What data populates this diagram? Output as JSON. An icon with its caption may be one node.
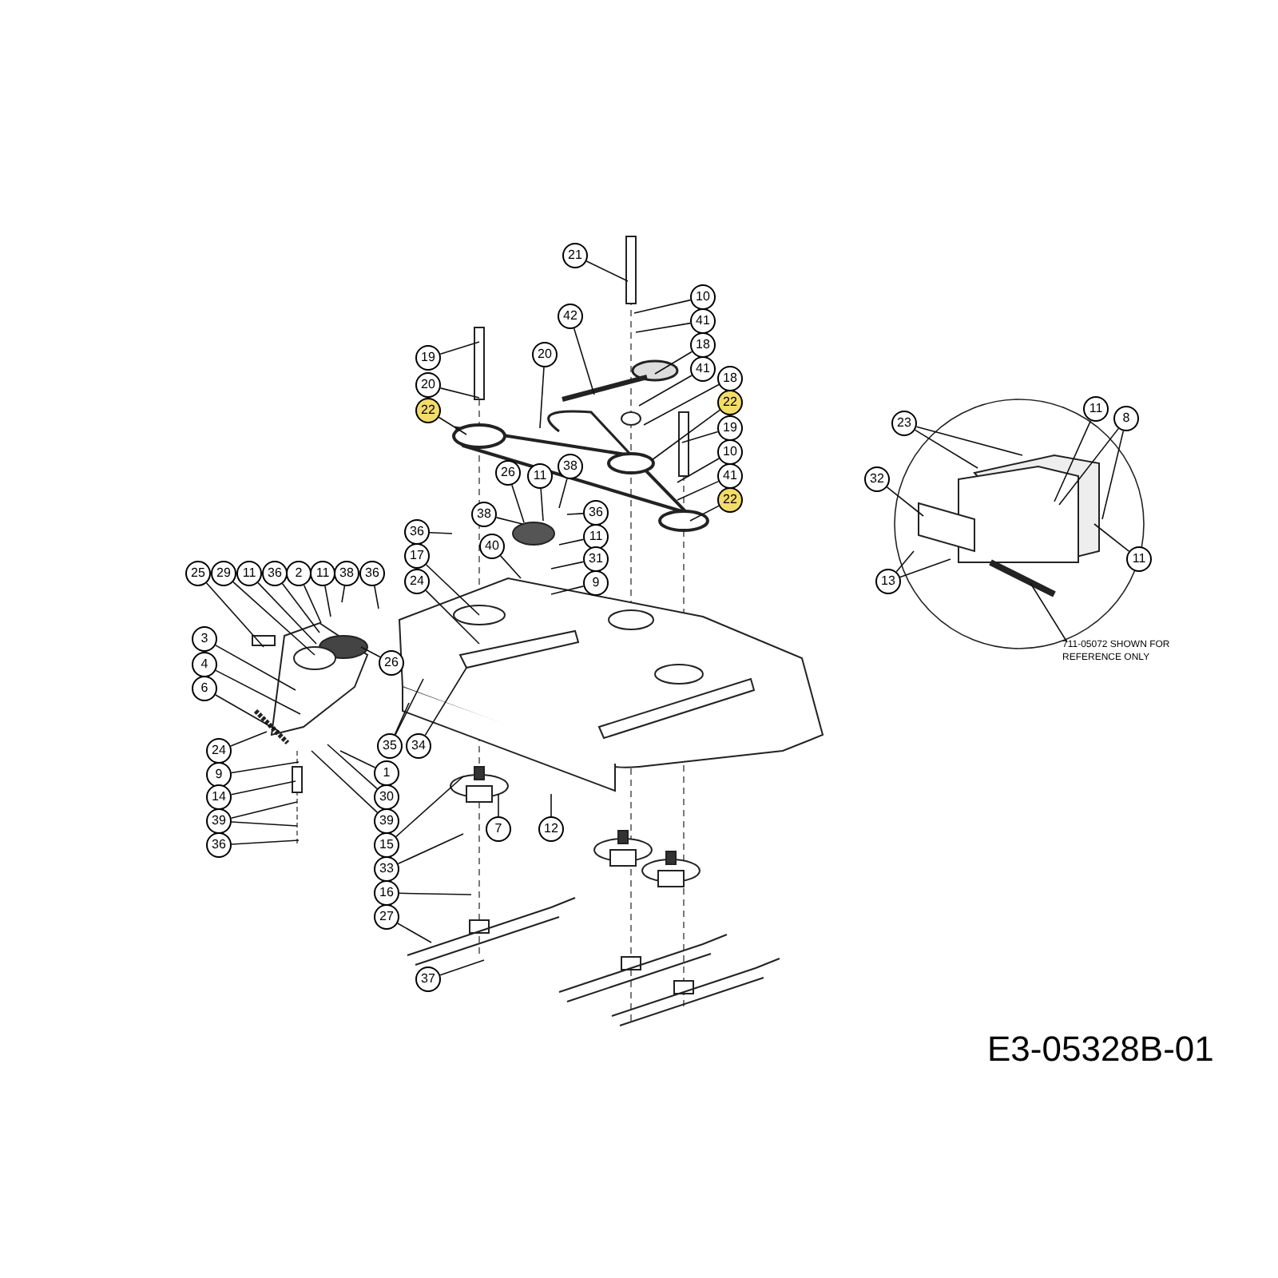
{
  "diagram": {
    "nodes": [
      {
        "text": [
          "21"
        ]
      },
      {
        "text": [
          "10"
        ]
      },
      {
        "text": [
          "41"
        ]
      },
      {
        "text": [
          "42"
        ]
      },
      {
        "text": [
          "18"
        ]
      },
      {
        "text": [
          "41"
        ]
      },
      {
        "text": [
          "19"
        ]
      },
      {
        "text": [
          "20"
        ]
      },
      {
        "text": [
          "18"
        ]
      },
      {
        "text": [
          "20"
        ]
      },
      {
        "text": [
          "22"
        ]
      },
      {
        "text": [
          "22"
        ]
      },
      {
        "text": [
          "19"
        ]
      },
      {
        "text": [
          "10"
        ]
      },
      {
        "text": [
          "41"
        ]
      },
      {
        "text": [
          "22"
        ]
      },
      {
        "text": [
          "26"
        ]
      },
      {
        "text": [
          "11"
        ]
      },
      {
        "text": [
          "38"
        ]
      },
      {
        "text": [
          "36"
        ]
      },
      {
        "text": [
          "38"
        ]
      },
      {
        "text": [
          "40"
        ]
      },
      {
        "text": [
          "11"
        ]
      },
      {
        "text": [
          "31"
        ]
      },
      {
        "text": [
          "9"
        ]
      },
      {
        "text": [
          "36"
        ]
      },
      {
        "text": [
          "17"
        ]
      },
      {
        "text": [
          "24"
        ]
      },
      {
        "text": [
          "25"
        ]
      },
      {
        "text": [
          "29"
        ]
      },
      {
        "text": [
          "11"
        ]
      },
      {
        "text": [
          "36"
        ]
      },
      {
        "text": [
          "2"
        ]
      },
      {
        "text": [
          "11"
        ]
      },
      {
        "text": [
          "38"
        ]
      },
      {
        "text": [
          "36"
        ]
      },
      {
        "text": [
          "26"
        ]
      },
      {
        "text": [
          "3"
        ]
      },
      {
        "text": [
          "4"
        ]
      },
      {
        "text": [
          "6"
        ]
      },
      {
        "text": [
          "24"
        ]
      },
      {
        "text": [
          "9"
        ]
      },
      {
        "text": [
          "14"
        ]
      },
      {
        "text": [
          "39"
        ]
      },
      {
        "text": [
          "36"
        ]
      },
      {
        "text": [
          "35"
        ]
      },
      {
        "text": [
          "34"
        ]
      },
      {
        "text": [
          "1"
        ]
      },
      {
        "text": [
          "30"
        ]
      },
      {
        "text": [
          "39"
        ]
      },
      {
        "text": [
          "15"
        ]
      },
      {
        "text": [
          "33"
        ]
      },
      {
        "text": [
          "16"
        ]
      },
      {
        "text": [
          "27"
        ]
      },
      {
        "text": [
          "37"
        ]
      },
      {
        "text": [
          "7"
        ]
      },
      {
        "text": [
          "12"
        ]
      },
      {
        "text": [
          "23"
        ]
      },
      {
        "text": [
          "11"
        ]
      },
      {
        "text": [
          "8"
        ]
      },
      {
        "text": [
          "32"
        ]
      },
      {
        "text": [
          "11"
        ]
      },
      {
        "text": [
          "13"
        ]
      },
      {
        "text": [
          "711-05072 SHOWN FOR REFERENCE ONLY"
        ]
      }
    ],
    "edges": [
      {
        "from": 0,
        "to": null,
        "arrow": "none"
      },
      {
        "from": 1,
        "to": null,
        "arrow": "none"
      },
      {
        "from": 2,
        "to": null,
        "arrow": "none"
      },
      {
        "from": 3,
        "to": null,
        "arrow": "none"
      },
      {
        "from": 4,
        "to": null,
        "arrow": "none"
      },
      {
        "from": 5,
        "to": null,
        "arrow": "none"
      },
      {
        "from": 6,
        "to": null,
        "arrow": "none"
      },
      {
        "from": 7,
        "to": null,
        "arrow": "none"
      },
      {
        "from": 8,
        "to": null,
        "arrow": "none"
      },
      {
        "from": 9,
        "to": null,
        "arrow": "none"
      },
      {
        "from": 10,
        "to": null,
        "arrow": "none"
      },
      {
        "from": 11,
        "to": null,
        "arrow": "none"
      },
      {
        "from": 12,
        "to": null,
        "arrow": "none"
      },
      {
        "from": 13,
        "to": null,
        "arrow": "none"
      },
      {
        "from": 14,
        "to": null,
        "arrow": "none"
      },
      {
        "from": 15,
        "to": null,
        "arrow": "none"
      },
      {
        "from": 16,
        "to": null,
        "arrow": "none"
      },
      {
        "from": 17,
        "to": null,
        "arrow": "none"
      },
      {
        "from": 18,
        "to": null,
        "arrow": "none"
      },
      {
        "from": 19,
        "to": null,
        "arrow": "none"
      },
      {
        "from": 20,
        "to": null,
        "arrow": "none"
      },
      {
        "from": 21,
        "to": null,
        "arrow": "none"
      },
      {
        "from": 22,
        "to": null,
        "arrow": "none"
      },
      {
        "from": 23,
        "to": null,
        "arrow": "none"
      },
      {
        "from": 24,
        "to": null,
        "arrow": "none"
      },
      {
        "from": 25,
        "to": null,
        "arrow": "none"
      },
      {
        "from": 26,
        "to": null,
        "arrow": "none"
      },
      {
        "from": 27,
        "to": null,
        "arrow": "none"
      },
      {
        "from": 28,
        "to": null,
        "arrow": "none"
      },
      {
        "from": 29,
        "to": null,
        "arrow": "none"
      },
      {
        "from": 30,
        "to": null,
        "arrow": "none"
      },
      {
        "from": 31,
        "to": null,
        "arrow": "none"
      },
      {
        "from": 32,
        "to": null,
        "arrow": "none"
      },
      {
        "from": 33,
        "to": null,
        "arrow": "none"
      },
      {
        "from": 34,
        "to": null,
        "arrow": "none"
      },
      {
        "from": 35,
        "to": null,
        "arrow": "none"
      },
      {
        "from": 36,
        "to": null,
        "arrow": "none"
      },
      {
        "from": 37,
        "to": null,
        "arrow": "none"
      },
      {
        "from": 38,
        "to": null,
        "arrow": "none"
      },
      {
        "from": 39,
        "to": null,
        "arrow": "none"
      },
      {
        "from": 40,
        "to": null,
        "arrow": "none"
      },
      {
        "from": 41,
        "to": null,
        "arrow": "none"
      },
      {
        "from": 42,
        "to": null,
        "arrow": "none"
      },
      {
        "from": 43,
        "to": null,
        "arrow": "none"
      },
      {
        "from": 43,
        "to": null,
        "arrow": "none"
      },
      {
        "from": 44,
        "to": null,
        "arrow": "none"
      },
      {
        "from": 45,
        "to": null,
        "arrow": "none"
      },
      {
        "from": 45,
        "to": null,
        "arrow": "none"
      },
      {
        "from": 46,
        "to": null,
        "arrow": "none"
      },
      {
        "from": 47,
        "to": null,
        "arrow": "none"
      },
      {
        "from": 48,
        "to": null,
        "arrow": "none"
      },
      {
        "from": 49,
        "to": null,
        "arrow": "none"
      },
      {
        "from": 50,
        "to": null,
        "arrow": "none"
      },
      {
        "from": 51,
        "to": null,
        "arrow": "none"
      },
      {
        "from": 52,
        "to": null,
        "arrow": "none"
      },
      {
        "from": 53,
        "to": null,
        "arrow": "none"
      },
      {
        "from": 54,
        "to": null,
        "arrow": "none"
      },
      {
        "from": 55,
        "to": null,
        "arrow": "none"
      },
      {
        "from": 56,
        "to": null,
        "arrow": "none"
      },
      {
        "from": 57,
        "to": null,
        "arrow": "none"
      },
      {
        "from": 57,
        "to": null,
        "arrow": "none"
      },
      {
        "from": 58,
        "to": null,
        "arrow": "none"
      },
      {
        "from": 59,
        "to": null,
        "arrow": "none"
      },
      {
        "from": 59,
        "to": null,
        "arrow": "none"
      },
      {
        "from": 60,
        "to": null,
        "arrow": "none"
      },
      {
        "from": 61,
        "to": null,
        "arrow": "none"
      },
      {
        "from": 62,
        "to": null,
        "arrow": "none"
      },
      {
        "from": 62,
        "to": null,
        "arrow": "none"
      },
      {
        "from": 63,
        "to": null,
        "arrow": "none"
      }
    ],
    "labels": [
      "E3-05328B-01"
    ]
  }
}
